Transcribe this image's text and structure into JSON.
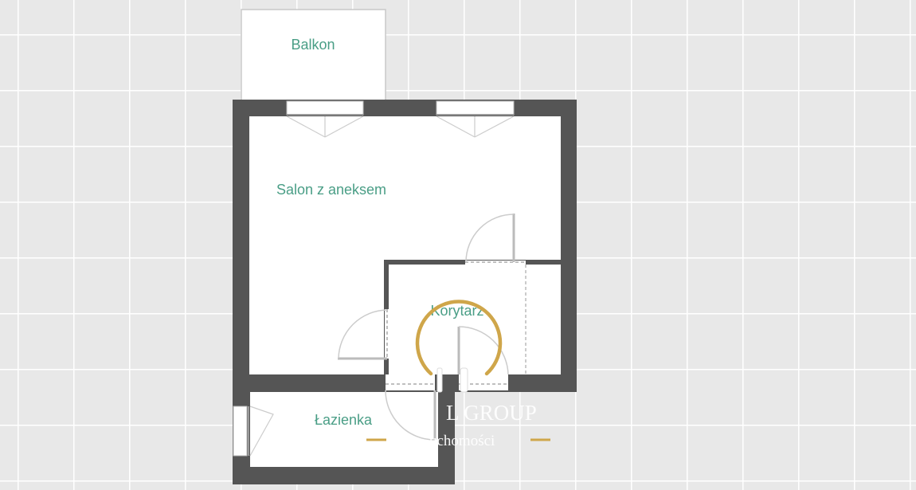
{
  "colors": {
    "background": "#e8e8e8",
    "grid": "#ffffff",
    "wall": "#555555",
    "floor": "#ffffff",
    "label": "#4a9e86",
    "door": "#c8c8c8",
    "watermark": "#cfa64a"
  },
  "rooms": {
    "balcony": "Balkon",
    "living": "Salon z aneksem",
    "corridor": "Korytarz",
    "bathroom": "Łazienka"
  },
  "watermark": {
    "brand_visible": "L GROUP",
    "subtitle_visible": "uchomości"
  }
}
